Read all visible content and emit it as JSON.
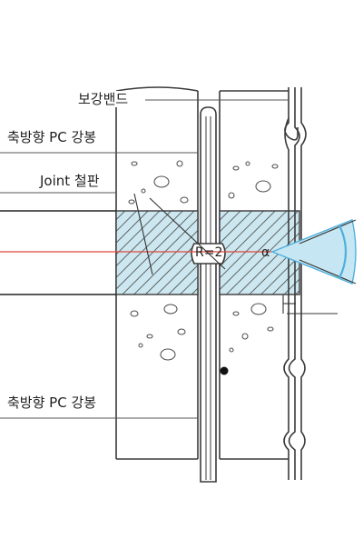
{
  "labels": {
    "band": "보강밴드",
    "pc_top": "축방향 PC 강봉",
    "joint_plate": "Joint 철판",
    "pc_bottom": "축방향 PC 강봉",
    "radius": "R=2",
    "alpha": "α"
  },
  "colors": {
    "outline": "#3a3a3a",
    "hatch_fill": "#cde7f0",
    "hatch_line": "#444444",
    "red_line": "#e0473c",
    "cone_fill": "#c7e6f3",
    "cone_edge": "#4fb0dc"
  }
}
